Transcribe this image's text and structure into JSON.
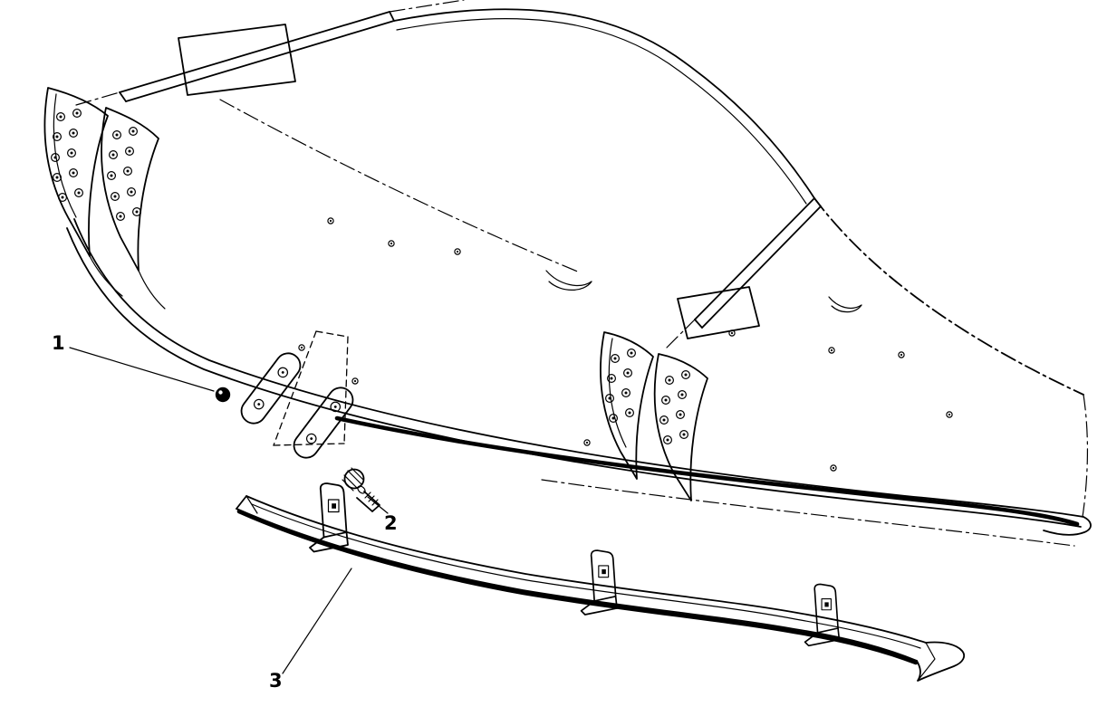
{
  "figure": {
    "background_color": "#ffffff",
    "line_color": "#000000",
    "callouts": [
      {
        "label": "1",
        "points_to": "plug-fastener"
      },
      {
        "label": "2",
        "points_to": "screw"
      },
      {
        "label": "3",
        "points_to": "retainer-strip"
      }
    ]
  }
}
